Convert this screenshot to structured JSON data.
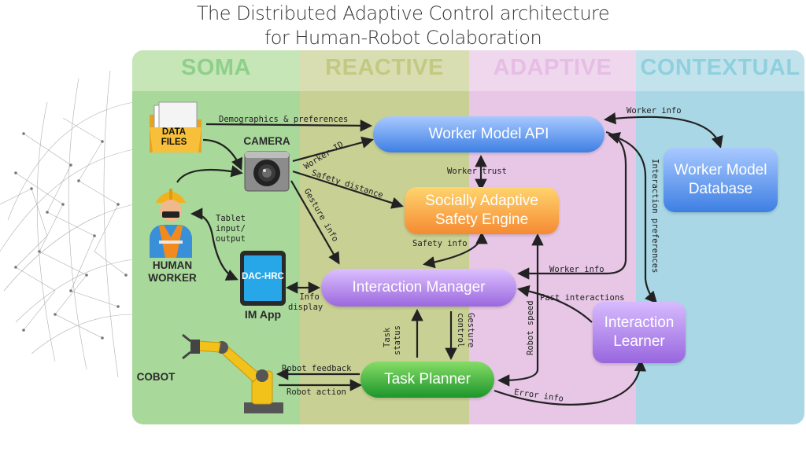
{
  "title": {
    "line1": "The Distributed Adaptive Control architecture",
    "line2": "for Human-Robot Colaboration"
  },
  "layers": [
    {
      "id": "soma",
      "label": "SOMA",
      "body_color": "#a8d89a",
      "head_color": "#c6e6b8",
      "text_color": "#8fcf8a"
    },
    {
      "id": "reactive",
      "label": "REACTIVE",
      "body_color": "#c8d094",
      "head_color": "#d9ddb2",
      "text_color": "#c2c981"
    },
    {
      "id": "adaptive",
      "label": "ADAPTIVE",
      "body_color": "#e7c6e6",
      "head_color": "#efd7ee",
      "text_color": "#e6bde4"
    },
    {
      "id": "contextual",
      "label": "CONTEXTUAL",
      "body_color": "#a9d7e5",
      "head_color": "#c3e3ec",
      "text_color": "#8fd0df"
    }
  ],
  "nodes": {
    "worker_model_api": "Worker Model API",
    "socially_adaptive_line1": "Socially Adaptive",
    "socially_adaptive_line2": "Safety Engine",
    "interaction_manager": "Interaction Manager",
    "task_planner": "Task Planner",
    "worker_model_db_line1": "Worker Model",
    "worker_model_db_line2": "Database",
    "interaction_learner_line1": "Interaction",
    "interaction_learner_line2": "Learner"
  },
  "actors": {
    "data_files_line1": "DATA",
    "data_files_line2": "FILES",
    "camera": "CAMERA",
    "human_worker_line1": "HUMAN",
    "human_worker_line2": "WORKER",
    "tablet_screen": "DAC-HRC",
    "im_app": "IM App",
    "cobot": "COBOT"
  },
  "edge_labels": {
    "demographics": "Demographics & preferences",
    "worker_id": "Worker ID",
    "safety_distance": "Safety distance",
    "gesture_info": "Gesture info",
    "worker_trust": "Worker trust",
    "safety_info": "Safety info",
    "tablet_io_line1": "Tablet",
    "tablet_io_line2": "input/",
    "tablet_io_line3": "output",
    "info_display_line1": "Info",
    "info_display_line2": "display",
    "task_status_line1": "Task",
    "task_status_line2": "status",
    "gesture_control_line1": "Gesture",
    "gesture_control_line2": "control",
    "robot_feedback": "Robot feedback",
    "robot_action": "Robot action",
    "robot_speed": "Robot speed",
    "worker_info_db": "Worker info",
    "worker_info_im": "Worker info",
    "interaction_preferences": "Interaction preferences",
    "past_interactions": "Past interactions",
    "error_info": "Error info"
  },
  "colors": {
    "api_gradient": [
      "#9fc4ff",
      "#3b7fe6"
    ],
    "safety_gradient": [
      "#ffcf6a",
      "#f7923a"
    ],
    "im_gradient": [
      "#d7b8ff",
      "#9c6be0"
    ],
    "planner_gradient": [
      "#7fd95f",
      "#1f9a2c"
    ],
    "db_gradient": [
      "#9fc4ff",
      "#3b7fe6"
    ],
    "learner_gradient": [
      "#d2b4ff",
      "#9a6be0"
    ],
    "arrow": "#222222"
  },
  "icons": [
    "folder-icon",
    "camera-icon",
    "worker-icon",
    "tablet-icon",
    "robot-arm-icon",
    "globe-network-icon"
  ]
}
